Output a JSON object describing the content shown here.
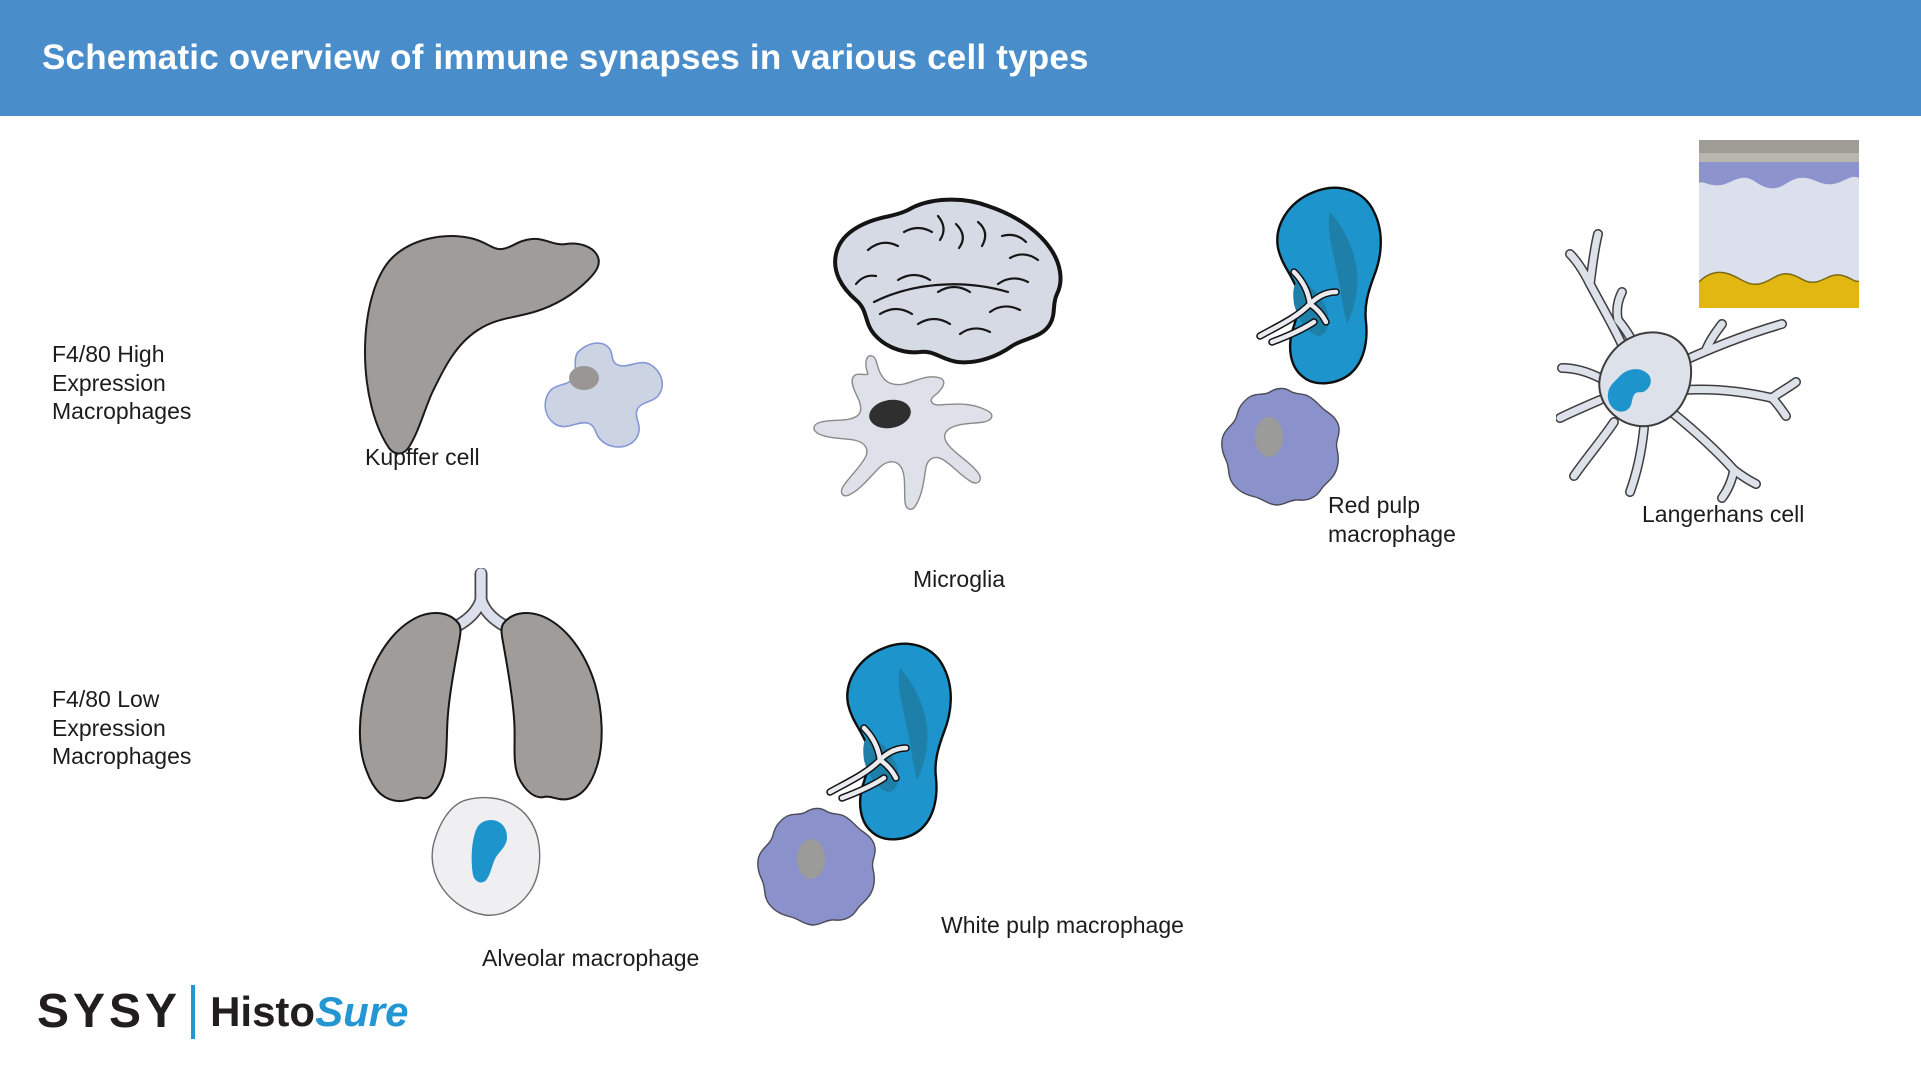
{
  "header": {
    "title": "Schematic overview of immune synapses in various cell types",
    "bg_color": "#4a8dcb"
  },
  "row_labels": {
    "high": "F4/80 High\nExpression\nMacrophages",
    "low": "F4/80 Low\nExpression\nMacrophages"
  },
  "cell_labels": {
    "kupffer": "Kupffer cell",
    "microglia": "Microglia",
    "red_pulp": "Red pulp\nmacrophage",
    "langerhans": "Langerhans cell",
    "alveolar": "Alveolar macrophage",
    "white_pulp": "White pulp macrophage"
  },
  "figures": [
    {
      "row": "F4/80 High",
      "organ": "liver",
      "cell": "Kupffer cell"
    },
    {
      "row": "F4/80 High",
      "organ": "brain",
      "cell": "Microglia"
    },
    {
      "row": "F4/80 High",
      "organ": "spleen",
      "cell": "Red pulp macrophage"
    },
    {
      "row": "F4/80 High",
      "organ": "skin",
      "cell": "Langerhans cell"
    },
    {
      "row": "F4/80 Low",
      "organ": "lungs",
      "cell": "Alveolar macrophage"
    },
    {
      "row": "F4/80 Low",
      "organ": "spleen",
      "cell": "White pulp macrophage"
    }
  ],
  "icons": {
    "liver": "liver-icon",
    "brain": "brain-icon",
    "spleen": "spleen-icon",
    "skin": "skin-section-icon",
    "lungs": "lungs-icon"
  },
  "logo": {
    "sysy": "SYSY",
    "histo": "Histo",
    "sure": "Sure"
  },
  "colors": {
    "header_bg": "#4a8dcb",
    "organ_gray": "#a09c99",
    "spleen_blue": "#1d95cc",
    "spleen_shade": "#1e7fa8",
    "macrophage_purple": "#8b92cb",
    "cell_body_light": "#dde1e9",
    "kupffer_fill": "#ccd3e2",
    "nucleus_blue": "#1d95cc",
    "nucleus_gray": "#9b9b99",
    "skin_yellow": "#e3b712",
    "skin_purple": "#8d94cd",
    "logo_blue": "#2497d3",
    "text": "#1c1c1c"
  }
}
